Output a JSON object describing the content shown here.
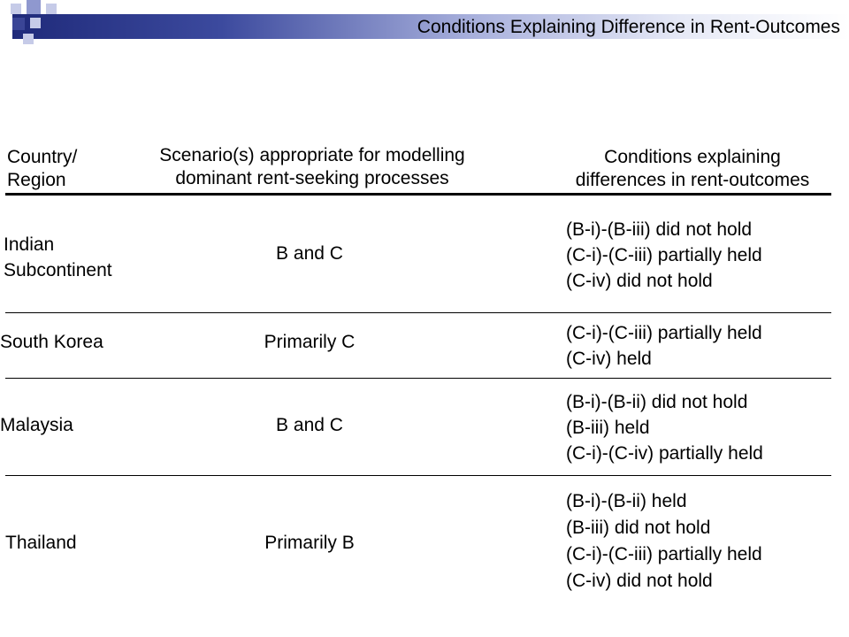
{
  "slide": {
    "title": "Conditions Explaining Difference in Rent-Outcomes"
  },
  "table": {
    "headers": {
      "region": [
        "Country/",
        "Region"
      ],
      "scenario": [
        "Scenario(s) appropriate for modelling",
        "dominant rent-seeking processes"
      ],
      "conditions": [
        "Conditions explaining",
        "differences in rent-outcomes"
      ]
    },
    "rows": [
      {
        "region": [
          "Indian",
          "Subcontinent"
        ],
        "scenario": "B and C",
        "conditions": [
          "(B-i)-(B-iii) did not hold",
          "(C-i)-(C-iii) partially held",
          "(C-iv) did not hold"
        ]
      },
      {
        "region": [
          "South Korea"
        ],
        "scenario": "Primarily C",
        "conditions": [
          "(C-i)-(C-iii) partially held",
          "(C-iv) held"
        ]
      },
      {
        "region": [
          "Malaysia"
        ],
        "scenario": "B and C",
        "conditions": [
          "(B-i)-(B-ii) did not hold",
          "(B-iii) held",
          "(C-i)-(C-iv) partially held"
        ]
      },
      {
        "region": [
          "Thailand"
        ],
        "scenario": "Primarily B",
        "conditions": [
          "(B-i)-(B-ii) held",
          "(B-iii) did not hold",
          "(C-i)-(C-iii) partially held",
          "(C-iv) did not hold"
        ]
      }
    ]
  }
}
